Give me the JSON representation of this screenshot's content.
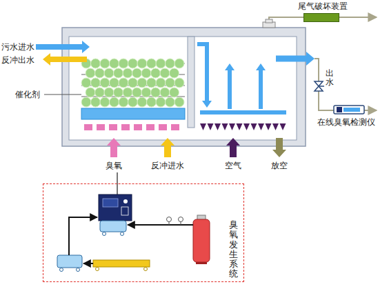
{
  "diagram": {
    "nodes": [
      {
        "text": [
          "尾气破坏装置"
        ]
      },
      {
        "text": [
          "在线臭氧检测仪"
        ]
      },
      {
        "text": [
          "臭氧发生系统"
        ]
      }
    ],
    "labels": [
      "污水进水",
      "反冲出水",
      "催化剂",
      "臭氧",
      "反冲进水",
      "空气",
      "放空",
      "出水"
    ]
  }
}
